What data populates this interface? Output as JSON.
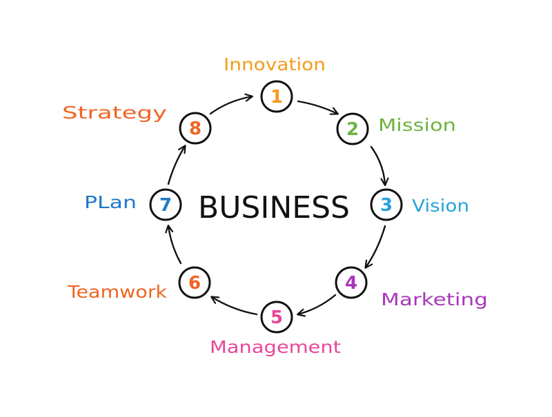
{
  "center_title": "BUSINESS",
  "steps": [
    {
      "number": "1",
      "label": "Innovation",
      "color": "#f39c1b"
    },
    {
      "number": "2",
      "label": "Mission",
      "color": "#6db33f"
    },
    {
      "number": "3",
      "label": "Vision",
      "color": "#27a2db"
    },
    {
      "number": "4",
      "label": "Marketing",
      "color": "#a838b8"
    },
    {
      "number": "5",
      "label": "Management",
      "color": "#e8479a"
    },
    {
      "number": "6",
      "label": "Teamwork",
      "color": "#f06424"
    },
    {
      "number": "7",
      "label": "PLan",
      "color": "#1f78c8"
    },
    {
      "number": "8",
      "label": "Strategy",
      "color": "#f06424"
    }
  ],
  "colors": {
    "ink": "#111111",
    "background": "#ffffff"
  }
}
